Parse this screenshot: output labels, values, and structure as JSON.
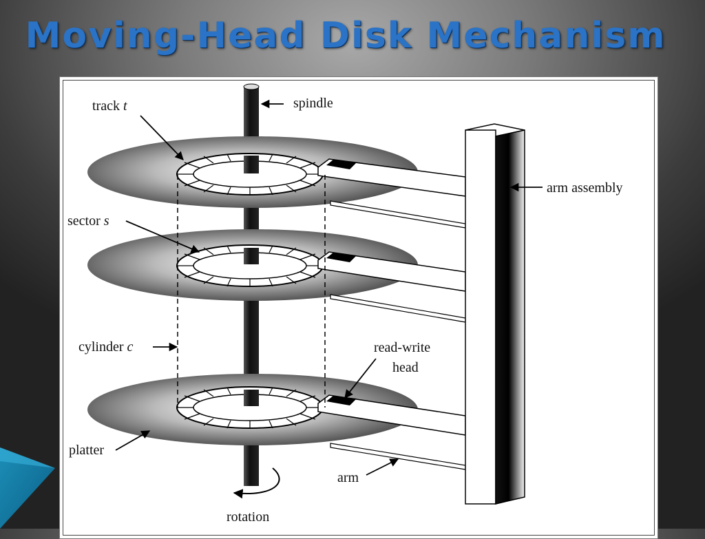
{
  "slide": {
    "title": "Moving-Head Disk Mechanism"
  },
  "diagram": {
    "labels": {
      "track": "track",
      "track_var": "t",
      "spindle": "spindle",
      "arm_assembly": "arm assembly",
      "sector": "sector",
      "sector_var": "s",
      "cylinder": "cylinder",
      "cylinder_var": "c",
      "read_write_line1": "read-write",
      "read_write_line2": "head",
      "platter": "platter",
      "arm": "arm",
      "rotation": "rotation"
    }
  }
}
